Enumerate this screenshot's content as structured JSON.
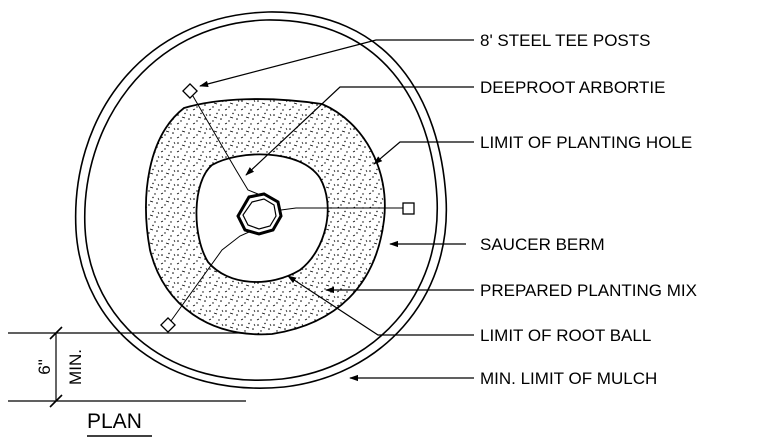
{
  "labels": {
    "steel_tee_posts": "8' STEEL TEE POSTS",
    "arbortie": "DEEPROOT ARBORTIE",
    "planting_hole": "LIMIT OF PLANTING HOLE",
    "saucer_berm": "SAUCER BERM",
    "planting_mix": "PREPARED PLANTING MIX",
    "root_ball": "LIMIT OF ROOT BALL",
    "mulch": "MIN. LIMIT OF MULCH"
  },
  "dimension": {
    "value": "6\"",
    "qualifier": "MIN."
  },
  "view_title": "PLAN",
  "colors": {
    "ink": "#000000",
    "background": "#ffffff"
  }
}
